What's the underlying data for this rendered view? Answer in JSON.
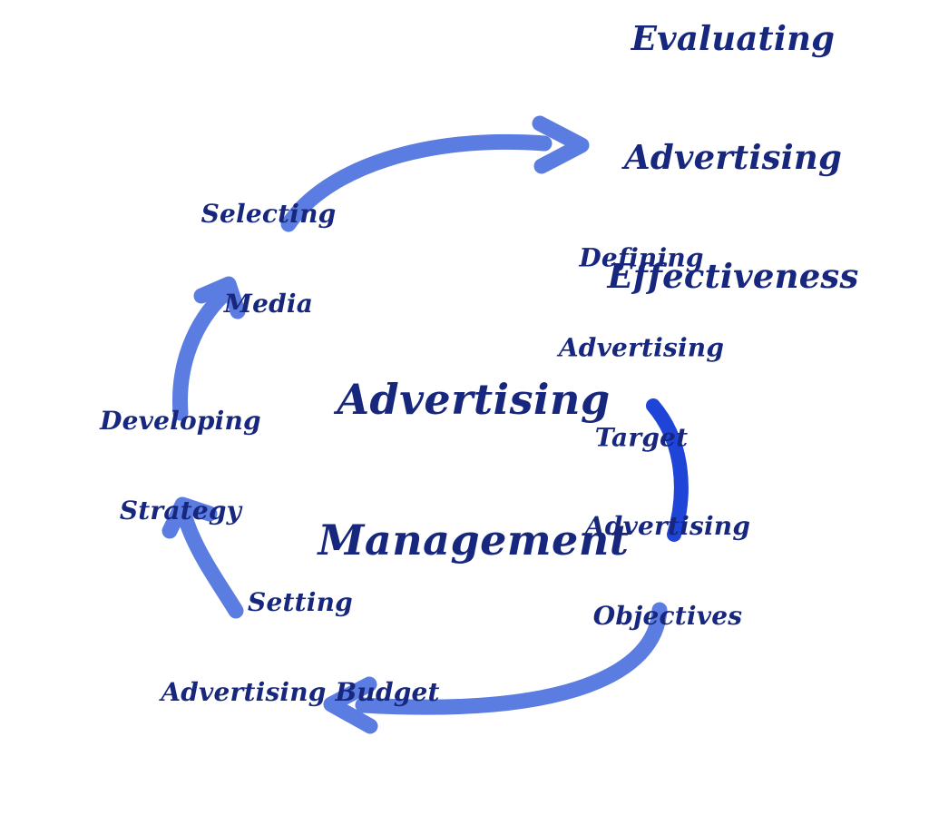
{
  "diagram": {
    "title_lines": [
      "Advertising",
      "Management"
    ],
    "center_title": "Advertising Management",
    "type": "cycle",
    "background_color": "#ffffff",
    "text_color": "#17277d",
    "arrow_color": "#5b7ce0",
    "accent_arc_color": "#1f44d8",
    "nodes": [
      {
        "id": "evaluating-advertising-effectiveness",
        "label": "Evaluating Advertising Effectiveness",
        "lines": [
          "Evaluating",
          "Advertising",
          "Effectiveness"
        ]
      },
      {
        "id": "defining-advertising-target",
        "label": "Defining Advertising Target",
        "lines": [
          "Defining",
          "Advertising",
          "Target"
        ]
      },
      {
        "id": "advertising-objectives",
        "label": "Advertising Objectives",
        "lines": [
          "Advertising",
          "Objectives"
        ]
      },
      {
        "id": "setting-advertising-budget",
        "label": "Setting Advertising Budget",
        "lines": [
          "Setting",
          "Advertising Budget"
        ]
      },
      {
        "id": "developing-strategy",
        "label": "Developing Strategy",
        "lines": [
          "Developing",
          "Strategy"
        ]
      },
      {
        "id": "selecting-media",
        "label": "Selecting Media",
        "lines": [
          "Selecting",
          "Media"
        ]
      }
    ],
    "connectors": [
      {
        "id": "target-to-objectives",
        "from": "defining-advertising-target",
        "to": "advertising-objectives",
        "style": "arc",
        "has_arrowhead": false
      },
      {
        "id": "objectives-to-budget",
        "from": "advertising-objectives",
        "to": "setting-advertising-budget",
        "style": "arrow",
        "has_arrowhead": true
      },
      {
        "id": "budget-to-strategy",
        "from": "setting-advertising-budget",
        "to": "developing-strategy",
        "style": "arrow",
        "has_arrowhead": true
      },
      {
        "id": "strategy-to-media",
        "from": "developing-strategy",
        "to": "selecting-media",
        "style": "arrow",
        "has_arrowhead": true
      },
      {
        "id": "media-to-evaluating",
        "from": "selecting-media",
        "to": "evaluating-advertising-effectiveness",
        "style": "arrow",
        "has_arrowhead": true
      }
    ]
  }
}
